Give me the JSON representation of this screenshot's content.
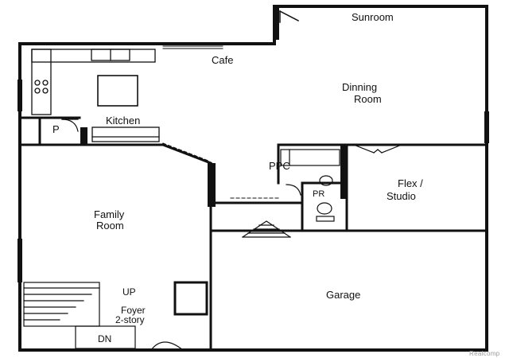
{
  "floor_plan": {
    "rooms": {
      "sunroom": "Sunroom",
      "cafe": "Cafe",
      "dining_line1": "Dinning",
      "dining_line2": "Room",
      "kitchen": "Kitchen",
      "pantry": "P",
      "ppc": "PPC",
      "powder_room": "PR",
      "flex_line1": "Flex /",
      "flex_line2": "Studio",
      "family_line1": "Family",
      "family_line2": "Room",
      "garage": "Garage",
      "stairs_up": "UP",
      "foyer_line1": "Foyer",
      "foyer_line2": "2-story",
      "stairs_down": "DN"
    },
    "watermark": "Realcomp",
    "colors": {
      "wall": "#111111",
      "background": "#ffffff"
    }
  }
}
